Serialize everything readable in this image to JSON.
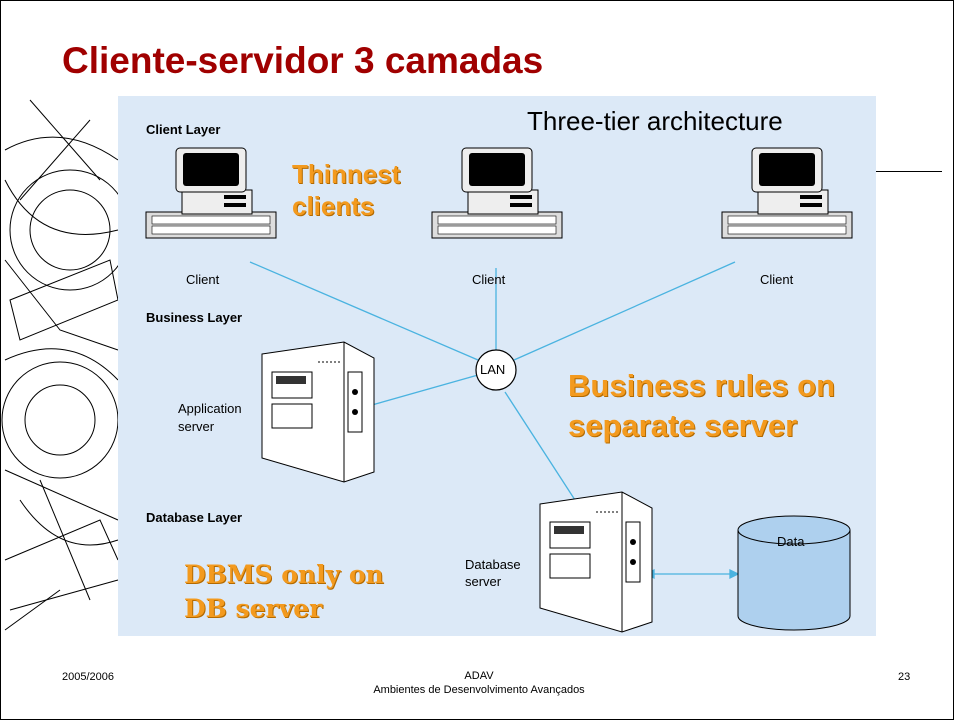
{
  "slide": {
    "title": "Cliente-servidor 3 camadas",
    "page_number": "23"
  },
  "diagram": {
    "heading": "Three-tier architecture",
    "layers": {
      "client": "Client Layer",
      "business": "Business Layer",
      "database": "Database Layer"
    },
    "nodes": {
      "client_label": "Client",
      "lan": "LAN",
      "application_server": "Application\nserver",
      "database_server": "Database\nserver",
      "data": "Data"
    },
    "annotations": {
      "thinnest": "Thinnest\nclients",
      "business_rules": "Business rules on\nseparate server",
      "dbms": "DBMS only on\nDB server"
    }
  },
  "footer": {
    "left": "2005/2006",
    "center_line1": "ADAV",
    "center_line2": "Ambientes de Desenvolvimento Avançados"
  },
  "colors": {
    "title": "#a00000",
    "panel": "#dce9f7",
    "annotation": "#f39a1e",
    "connector": "#4ab3e0",
    "storage": "#aed0ee"
  }
}
